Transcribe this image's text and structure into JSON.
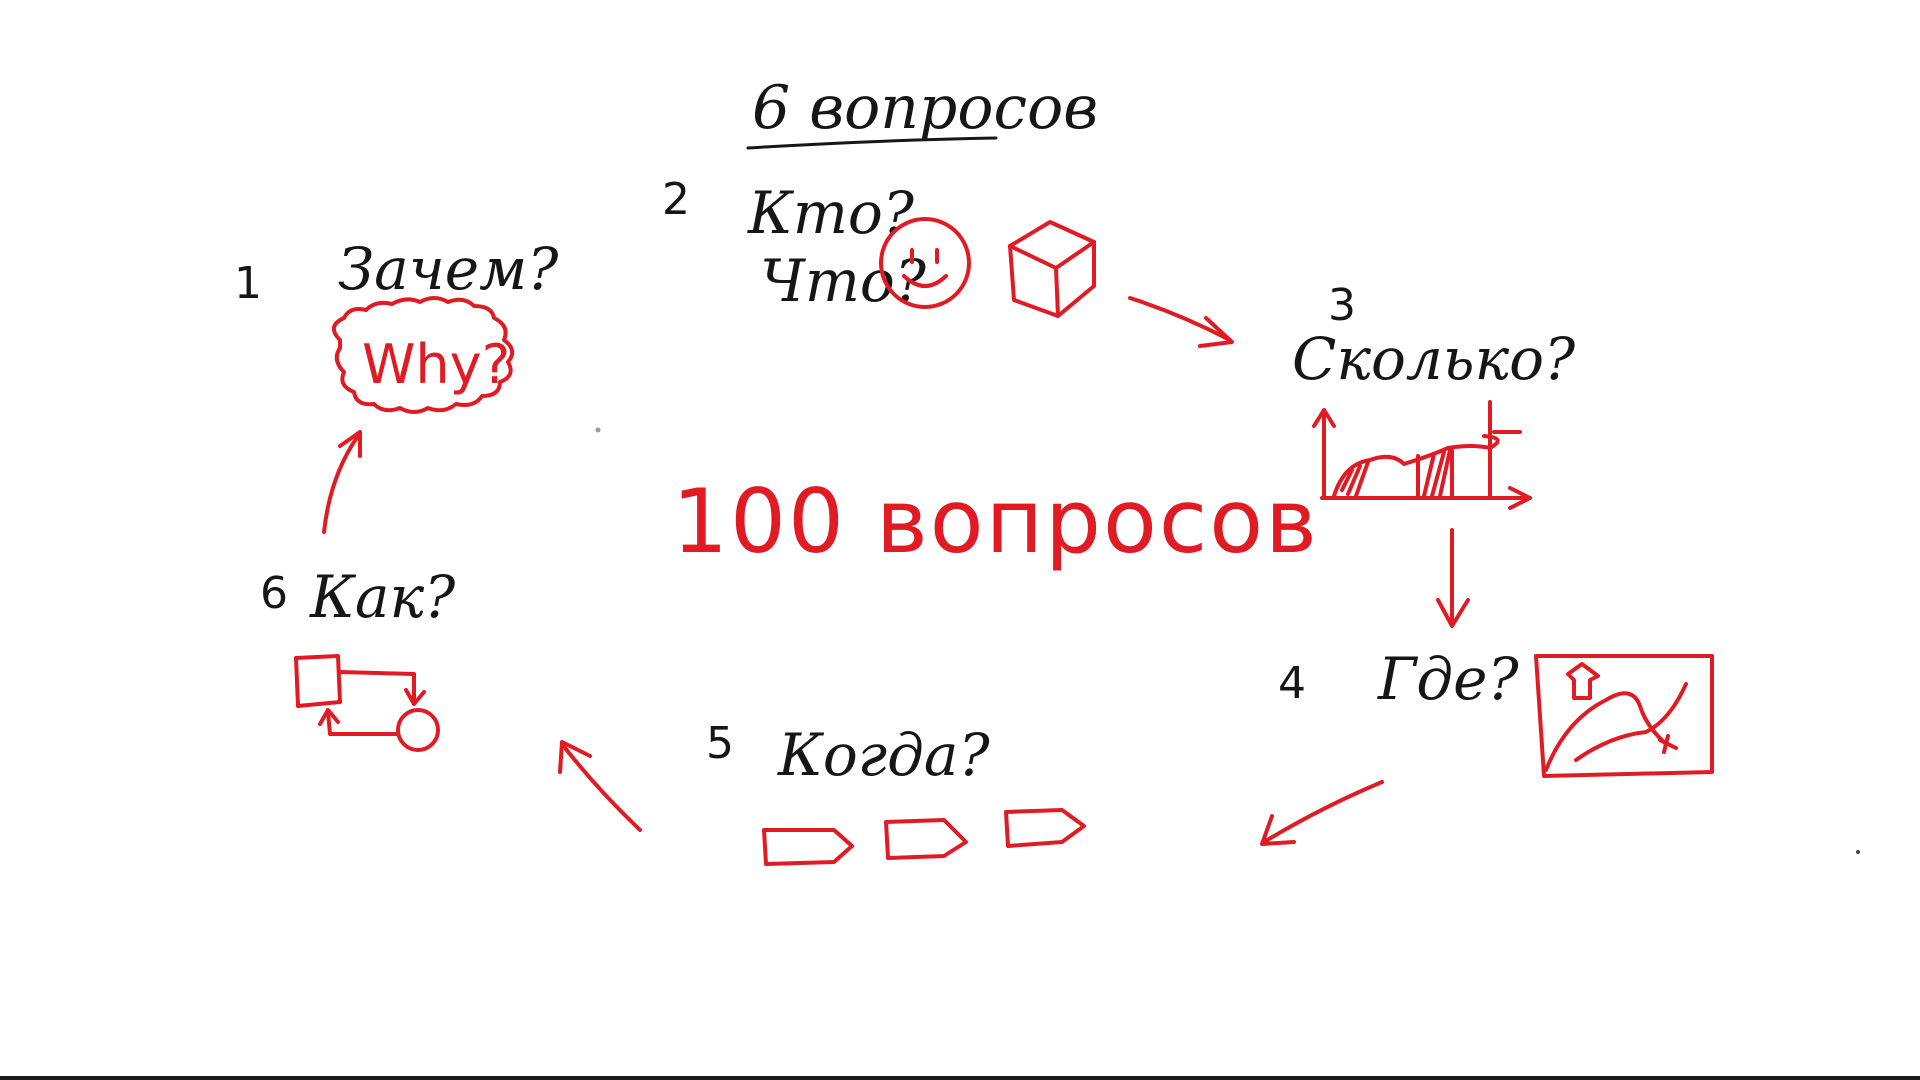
{
  "title": "6 вопросов",
  "center_text": "100 вопросов",
  "colors": {
    "ink": "#161616",
    "accent": "#e01b24",
    "background": "#ffffff"
  },
  "steps": [
    {
      "number": "1",
      "question": "Зачем?",
      "sketch_label": "Why?",
      "icon": "cloud-bubble-icon"
    },
    {
      "number": "2",
      "question_line1": "Кто?",
      "question_line2": "Что?",
      "icons": [
        "smiley-face-icon",
        "cube-icon"
      ]
    },
    {
      "number": "3",
      "question": "Сколько?",
      "icon": "area-chart-icon"
    },
    {
      "number": "4",
      "question": "Где?",
      "icon": "map-icon"
    },
    {
      "number": "5",
      "question": "Когда?",
      "icon": "timeline-arrows-icon"
    },
    {
      "number": "6",
      "question": "Как?",
      "icon": "process-flow-icon"
    }
  ]
}
